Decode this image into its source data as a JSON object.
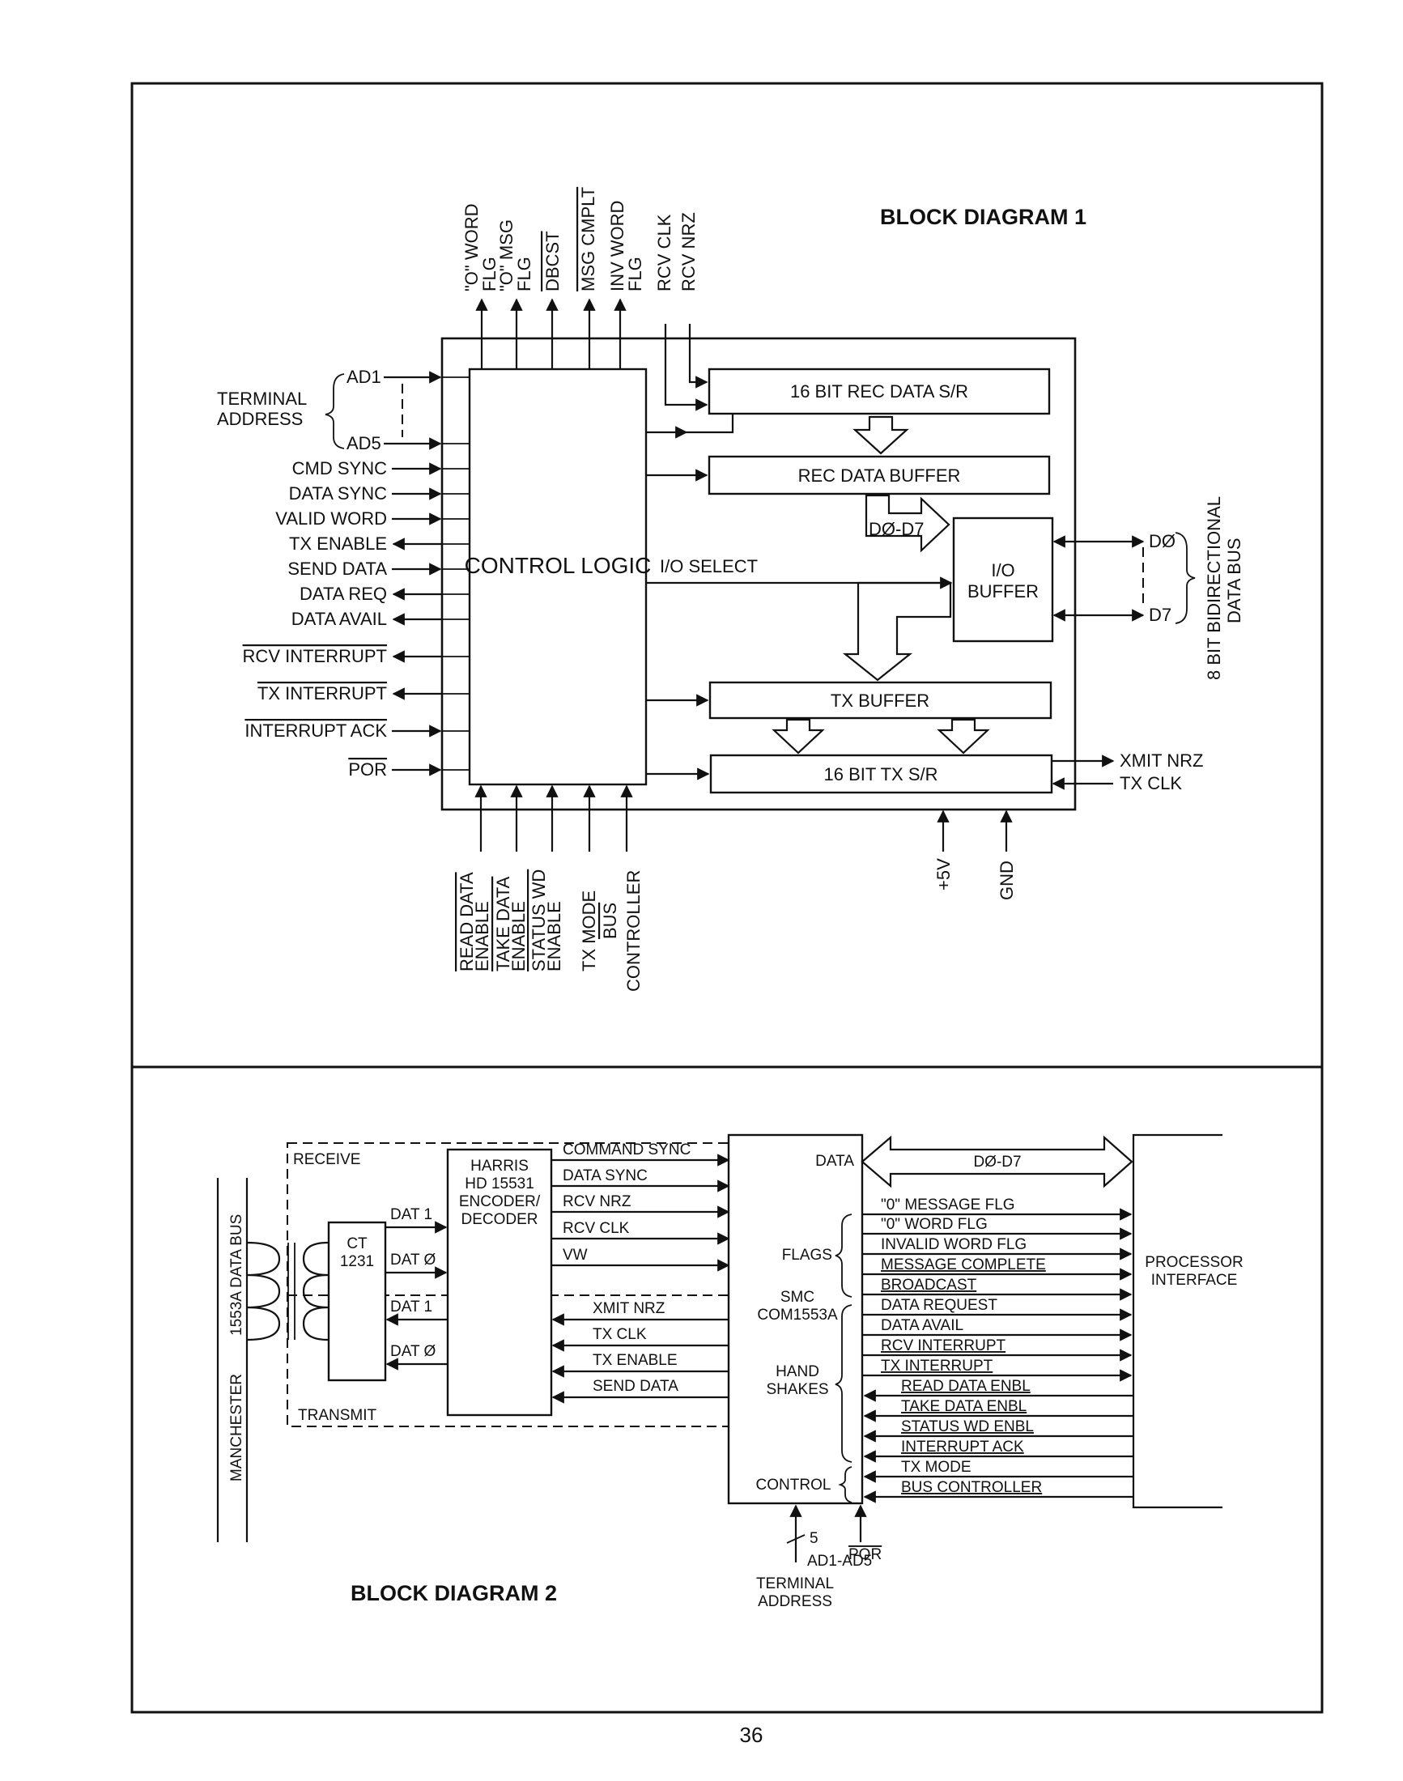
{
  "page_number": "36",
  "diagram1": {
    "title": "BLOCK DIAGRAM 1",
    "top_signals": [
      "\"O\" WORD FLG",
      "\"O\" MSG FLG",
      "DBCST",
      "MSG CMPLT",
      "INV WORD FLG",
      "RCV CLK",
      "RCV NRZ"
    ],
    "terminal_address": "TERMINAL ADDRESS",
    "ad1": "AD1",
    "ad5": "AD5",
    "left_signals": [
      "CMD SYNC",
      "DATA SYNC",
      "VALID WORD",
      "TX ENABLE",
      "SEND DATA",
      "DATA REQ",
      "DATA AVAIL",
      "RCV INTERRUPT",
      "TX INTERRUPT",
      "INTERRUPT ACK",
      "POR"
    ],
    "control_logic": "CONTROL LOGIC",
    "rec_sr": "16 BIT REC DATA S/R",
    "rec_buffer": "REC DATA BUFFER",
    "d0_d7": "DØ-D7",
    "io_select": "I/O SELECT",
    "io_buffer": "I/O BUFFER",
    "tx_buffer": "TX BUFFER",
    "tx_sr": "16 BIT TX S/R",
    "d0": "DØ",
    "d7": "D7",
    "data_bus": "8 BIT BIDIRECTIONAL DATA BUS",
    "xmit_nrz": "XMIT NRZ",
    "tx_clk": "TX CLK",
    "bottom_signals": [
      "READ DATA ENABLE",
      "TAKE DATA ENABLE",
      "STATUS WD ENABLE",
      "TX MODE",
      "BUS CONTROLLER"
    ],
    "plus5v": "+5V",
    "gnd": "GND"
  },
  "diagram2": {
    "title": "BLOCK DIAGRAM 2",
    "bus_label": "MANCHESTER 1553A DATA BUS",
    "receive": "RECEIVE",
    "transmit": "TRANSMIT",
    "ct": "CT 1231",
    "dat_labels": [
      "DAT 1",
      "DAT Ø",
      "DAT 1",
      "DAT Ø"
    ],
    "harris": "HARRIS HD 15531 ENCODER/ DECODER",
    "harris_out": [
      "COMMAND SYNC",
      "DATA SYNC",
      "RCV NRZ",
      "RCV CLK",
      "VW"
    ],
    "harris_in": [
      "XMIT NRZ",
      "TX CLK",
      "TX ENABLE",
      "SEND DATA"
    ],
    "data": "DATA",
    "flags": "FLAGS",
    "smc": "SMC COM1553A",
    "handshakes": "HAND SHAKES",
    "control": "CONTROL",
    "bus_d0_d7": "DØ-D7",
    "processor": "PROCESSOR INTERFACE",
    "flag_signals": [
      "\"0\" MESSAGE FLG",
      "\"0\" WORD FLG",
      "INVALID WORD FLG",
      "MESSAGE COMPLETE",
      "BROADCAST"
    ],
    "handshake_out": [
      "DATA REQUEST",
      "DATA AVAIL",
      "RCV INTERRUPT",
      "TX INTERRUPT"
    ],
    "handshake_in": [
      "READ DATA ENBL",
      "TAKE DATA ENBL",
      "STATUS WD ENBL",
      "INTERRUPT ACK"
    ],
    "control_in": [
      "TX MODE",
      "BUS CONTROLLER"
    ],
    "five": "5",
    "por": "POR",
    "ad1_ad5": "AD1-AD5",
    "terminal_address": "TERMINAL ADDRESS"
  }
}
